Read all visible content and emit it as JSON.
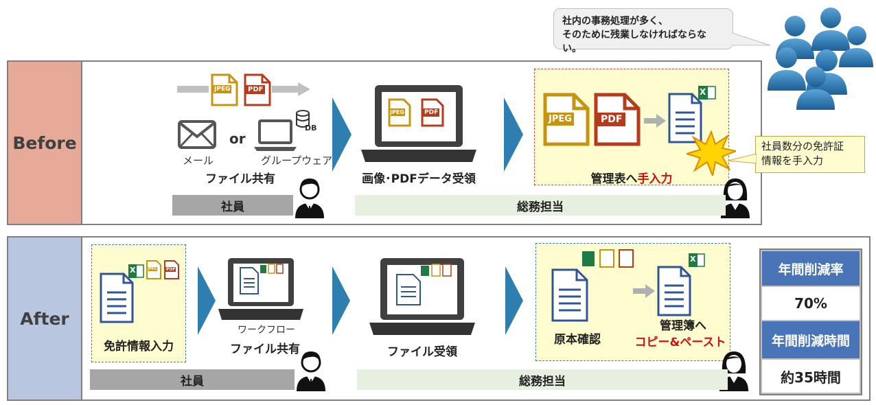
{
  "speech_bubble": {
    "line1": "社内の事務処理が多く、",
    "line2": "そのために残業しなければならない。"
  },
  "before": {
    "label": "Before",
    "mail_label": "メール",
    "or_label": "or",
    "groupware_label": "グループウェア",
    "file_share_caption": "ファイル共有",
    "receive_caption": "画像･PDFデータ受領",
    "manage_caption_prefix": "管理表へ",
    "manage_caption_highlight": "手入力",
    "callout_line1": "社員数分の免許証",
    "callout_line2": "情報を手入力",
    "employee_bar": "社員",
    "admin_bar": "総務担当",
    "db_label": "DB"
  },
  "after": {
    "label": "After",
    "license_caption": "免許情報入力",
    "workflow_label": "ワークフロー",
    "file_share_caption": "ファイル共有",
    "file_receive_caption": "ファイル受領",
    "original_check_caption": "原本確認",
    "ledger_caption": "管理簿へ",
    "copy_paste_caption": "コピー&ペースト",
    "employee_bar": "社員",
    "admin_bar": "総務担当"
  },
  "stats": {
    "rate_head": "年間削減率",
    "rate_value": "70%",
    "hours_head": "年間削減時間",
    "hours_value": "約35時間"
  },
  "icons": {
    "jpeg": "JPEG",
    "pdf": "PDF",
    "excel": "X"
  },
  "colors": {
    "before_label_bg": "#e8aa98",
    "after_label_bg": "#b8c6e0",
    "chevron": "#2e7eb0",
    "stat_head": "#4a74b8",
    "highlight_red": "#d01010",
    "jpeg_gold": "#c8940f",
    "pdf_red": "#b73a1b",
    "excel_green": "#1e7b45"
  }
}
